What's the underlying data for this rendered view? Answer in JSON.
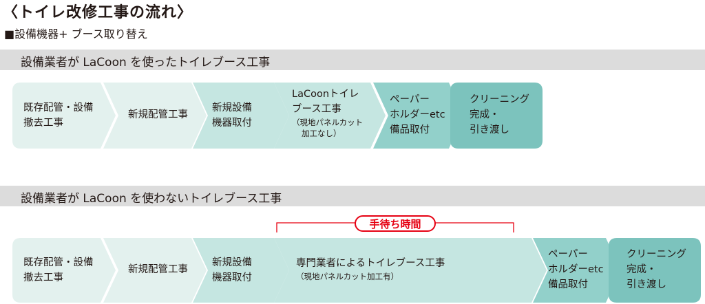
{
  "title": "〈トイレ改修工事の流れ〉",
  "subtitle": "■設備機器+ ブース取り替え",
  "sections": [
    {
      "heading": "設備業者が LaCoon を使ったトイレブース工事",
      "steps": [
        {
          "lines": [
            "既存配管・設備",
            "撤去工事"
          ],
          "note": []
        },
        {
          "lines": [
            "新規配管工事"
          ],
          "note": []
        },
        {
          "lines": [
            "新規設備",
            "機器取付"
          ],
          "note": []
        },
        {
          "lines": [
            "LaCoonトイレ",
            "ブース工事"
          ],
          "note": [
            "（現地パネルカット",
            "加工なし）"
          ]
        },
        {
          "lines": [
            "ペーパー",
            "ホルダーetc",
            "備品取付"
          ],
          "note": []
        },
        {
          "lines": [
            "クリーニング",
            "完成・",
            "引き渡し"
          ],
          "note": []
        }
      ]
    },
    {
      "heading": "設備業者が LaCoon を使わないトイレブース工事",
      "waiting_label": "手待ち時間",
      "steps": [
        {
          "lines": [
            "既存配管・設備",
            "撤去工事"
          ],
          "note": []
        },
        {
          "lines": [
            "新規配管工事"
          ],
          "note": []
        },
        {
          "lines": [
            "新規設備",
            "機器取付"
          ],
          "note": []
        },
        {
          "lines": [
            "専門業者によるトイレブース工事"
          ],
          "note": [
            "（現地パネルカット加工有）"
          ]
        },
        {
          "lines": [
            "ペーパー",
            "ホルダーetc",
            "備品取付"
          ],
          "note": []
        },
        {
          "lines": [
            "クリーニング",
            "完成・",
            "引き渡し"
          ],
          "note": []
        }
      ]
    }
  ],
  "colors": {
    "band": "#dcdcdc",
    "step_light": "#e3f1ee",
    "step_mid": "#c5e6e1",
    "step_teal": "#92d0ca",
    "step_final": "#7cc3bd",
    "accent_red": "#e60012"
  }
}
